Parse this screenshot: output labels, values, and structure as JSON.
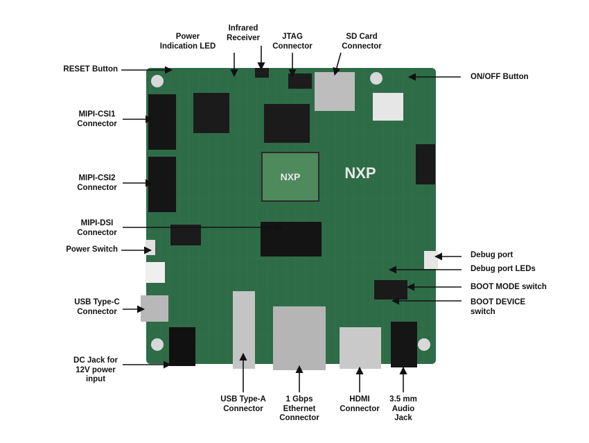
{
  "board": {
    "brand_text": "NXP",
    "chip_text": "NXP",
    "colors": {
      "pcb": "#2e6b47",
      "pcb_dark": "#1f4f34",
      "trace": "#3f8a5c",
      "silver": "#c8c8c8",
      "black": "#151515",
      "label_text": "#111111"
    }
  },
  "labels": {
    "reset": [
      "RESET Button"
    ],
    "power_led": [
      "Power",
      "Indication LED"
    ],
    "infrared": [
      "Infrared",
      "Receiver"
    ],
    "jtag": [
      "JTAG",
      "Connector"
    ],
    "sdcard": [
      "SD Card",
      "Connector"
    ],
    "onoff": [
      "ON/OFF Button"
    ],
    "csi1": [
      "MIPI-CSI1",
      "Connector"
    ],
    "csi2": [
      "MIPI-CSI2",
      "Connector"
    ],
    "dsi": [
      "MIPI-DSI",
      "Connector"
    ],
    "power_switch": [
      "Power Switch"
    ],
    "usbc": [
      "USB Type-C",
      "Connector"
    ],
    "dcjack": [
      "DC Jack for",
      "12V power",
      "input"
    ],
    "debug_port": [
      "Debug port"
    ],
    "debug_leds": [
      "Debug port LEDs"
    ],
    "boot_mode": [
      "BOOT MODE switch"
    ],
    "boot_device": [
      "BOOT DEVICE",
      "switch"
    ],
    "usba": [
      "USB Type-A",
      "Connector"
    ],
    "ethernet": [
      "1 Gbps",
      "Ethernet",
      "Connector"
    ],
    "hdmi": [
      "HDMI",
      "Connector"
    ],
    "audio": [
      "3.5 mm",
      "Audio",
      "Jack"
    ]
  }
}
